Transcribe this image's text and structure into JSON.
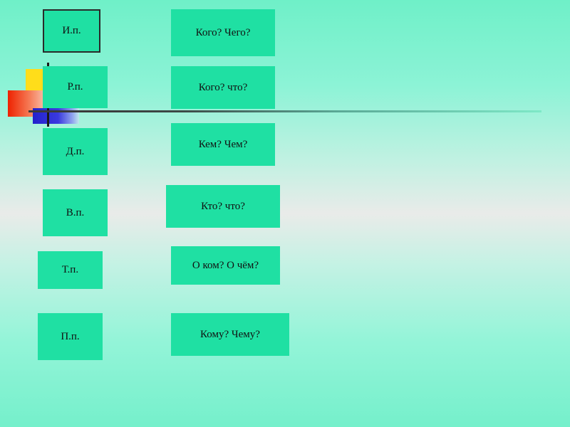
{
  "cases": [
    {
      "label": "И.п."
    },
    {
      "label": "Р.п."
    },
    {
      "label": "Д.п."
    },
    {
      "label": "В.п."
    },
    {
      "label": "Т.п."
    },
    {
      "label": "П.п."
    }
  ],
  "questions": [
    {
      "label": "Кого? Чего?"
    },
    {
      "label": "Кого? что?"
    },
    {
      "label": "Кем? Чем?"
    },
    {
      "label": "Кто? что?"
    },
    {
      "label": "О ком? О чём?"
    },
    {
      "label": "Кому? Чему?"
    }
  ],
  "colors": {
    "box_fill": "#1fe0a3",
    "background": "#8cf3d6",
    "accent_yellow": "#ffdd1a",
    "accent_red": "#ee2200",
    "accent_blue": "#2222cc"
  }
}
